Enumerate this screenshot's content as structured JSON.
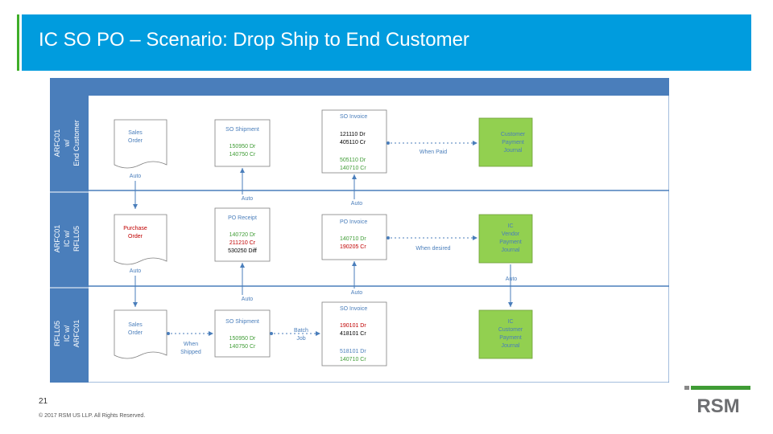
{
  "slide": {
    "title": "IC SO PO – Scenario: Drop Ship to End Customer",
    "page_number": "21",
    "copyright": "© 2017 RSM US LLP. All Rights Reserved."
  },
  "logo": {
    "text": "RSM"
  },
  "colors": {
    "title_bar": "#009cde",
    "lane_header": "#4a7ebb",
    "ledger_green_box": "#92d050",
    "green_text": "#3f9c35",
    "red_text": "#c00000"
  },
  "lanes": [
    {
      "label_lines": [
        "ARFC01",
        "w/",
        "End Customer"
      ]
    },
    {
      "label_lines": [
        "ARFC01",
        "IC w/",
        "RFLL05"
      ]
    },
    {
      "label_lines": [
        "RFLL05",
        "IC w/",
        "ARFC01"
      ]
    }
  ],
  "boxes": {
    "sales_order_1": {
      "lines": [
        "Sales",
        "Order"
      ]
    },
    "so_shipment_1": {
      "title": "SO Shipment",
      "lines": [
        "150950 Dr",
        "140750 Cr"
      ]
    },
    "so_invoice_1": {
      "title": "SO Invoice",
      "lines_a": [
        "121110 Dr",
        "405110 Cr"
      ],
      "lines_b": [
        "505110 Dr",
        "140710 Cr"
      ]
    },
    "customer_payment": {
      "lines": [
        "Customer",
        "Payment",
        "Journal"
      ]
    },
    "purchase_order": {
      "lines": [
        "Purchase",
        "Order"
      ]
    },
    "po_receipt": {
      "title": "PO Receipt",
      "lines": [
        "140720 Dr",
        "211210 Cr",
        "530250 Diff"
      ]
    },
    "po_invoice": {
      "title": "PO Invoice",
      "lines": [
        "140710 Dr",
        "190205 Cr"
      ]
    },
    "ic_vendor_payment": {
      "lines": [
        "IC",
        "Vendor",
        "Payment",
        "Journal"
      ]
    },
    "sales_order_3": {
      "lines": [
        "Sales",
        "Order"
      ]
    },
    "so_shipment_3": {
      "title": "SO Shipment",
      "lines": [
        "150950 Dr",
        "140750 Cr"
      ]
    },
    "so_invoice_3": {
      "title": "SO Invoice",
      "lines_a": [
        "190101 Dr",
        "418101 Cr"
      ],
      "lines_b": [
        "518101 Dr",
        "140710 Cr"
      ]
    },
    "ic_customer_payment": {
      "lines": [
        "IC",
        "Customer",
        "Payment",
        "Journal"
      ]
    }
  },
  "connector_labels": {
    "auto_so1": "Auto",
    "auto_ship1": "Auto",
    "auto_inv1": "Auto",
    "when_paid": "When Paid",
    "auto_po": "Auto",
    "auto_receipt": "Auto",
    "auto_poinv": "Auto",
    "when_desired": "When desired",
    "auto_vendpay": "Auto",
    "when_shipped": [
      "When",
      "Shipped"
    ],
    "batch_job": [
      "Batch",
      "Job"
    ]
  }
}
